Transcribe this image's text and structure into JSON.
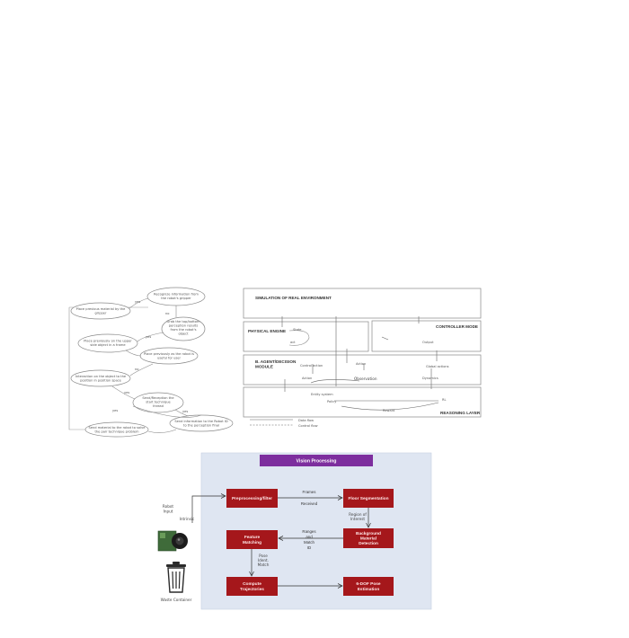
{
  "flowchart": {
    "nodes": [
      {
        "lines": [
          "Recognize information from",
          "the robot's gripper"
        ]
      },
      {
        "lines": [
          "Place previous material by the",
          "gripper"
        ]
      },
      {
        "lines": [
          "Grab the top/bottom",
          "perception results",
          "from the robot's",
          "object"
        ]
      },
      {
        "lines": [
          "Place previously on the upper",
          "side object in a frame"
        ]
      },
      {
        "lines": [
          "Place previously as the robot is",
          "useful for user"
        ]
      },
      {
        "lines": [
          "Interaction on the object to the",
          "position in position space"
        ]
      },
      {
        "lines": [
          "Send/Reception the",
          "start technique",
          "thread"
        ]
      },
      {
        "lines": [
          "Send information to the Robot ID",
          "to the perception final"
        ]
      },
      {
        "lines": [
          "Send material to the robot to solve",
          "the pair technique problem"
        ]
      }
    ],
    "edge_labels": [
      "yes",
      "no",
      "yes",
      "no",
      "yes",
      "yes",
      "yes"
    ]
  },
  "architecture": {
    "outer_title": "SIMULATION OF REAL ENVIRONMENT",
    "physical_engine": "PHYSICAL ENGINE",
    "control_module": "CONTROLLER MODE",
    "agent_module": [
      "B. AGENT/DECISION",
      "MODULE"
    ],
    "reasoning": "REASONING LAYER",
    "inner_labels": {
      "state": "State",
      "act": "act",
      "control_action": "Control action",
      "action": "Action",
      "observation": "Observation",
      "global_actions": "Global actions",
      "action_bottom": "Action",
      "output": "Output",
      "reward": "Reward",
      "policy": "Policy",
      "rl": "RL",
      "dynamics": "Dynamics",
      "entity_system": "Entity system"
    },
    "legend": [
      {
        "label": "Data flow"
      },
      {
        "label": "Control flow"
      }
    ]
  },
  "pipeline": {
    "title": "Vision Processing",
    "colors": {
      "panel": "#dfe6f2",
      "box": "#a5171b",
      "title": "#7d2e9e"
    },
    "boxes": {
      "pre": "Preprocessing/filter",
      "seg": "Floor Segmentation",
      "match": [
        "Feature",
        "Matching"
      ],
      "detect": [
        "Background",
        "Material",
        "Detection"
      ],
      "compute": [
        "Compute",
        "Trajectories"
      ],
      "pose": [
        "6-DOF Pose",
        "Estimation"
      ]
    },
    "arrows": {
      "frames": [
        "Frames",
        "Received"
      ],
      "refine": [
        "Region of",
        "Interest"
      ],
      "range": [
        "Ranges",
        "and",
        "Match",
        "ID"
      ],
      "pose_match": [
        "Pose",
        "Ident.",
        "Match"
      ],
      "input": "Intrinsic"
    },
    "camera_label": [
      "Robot",
      "Input"
    ],
    "bin_label": "Waste Container"
  }
}
